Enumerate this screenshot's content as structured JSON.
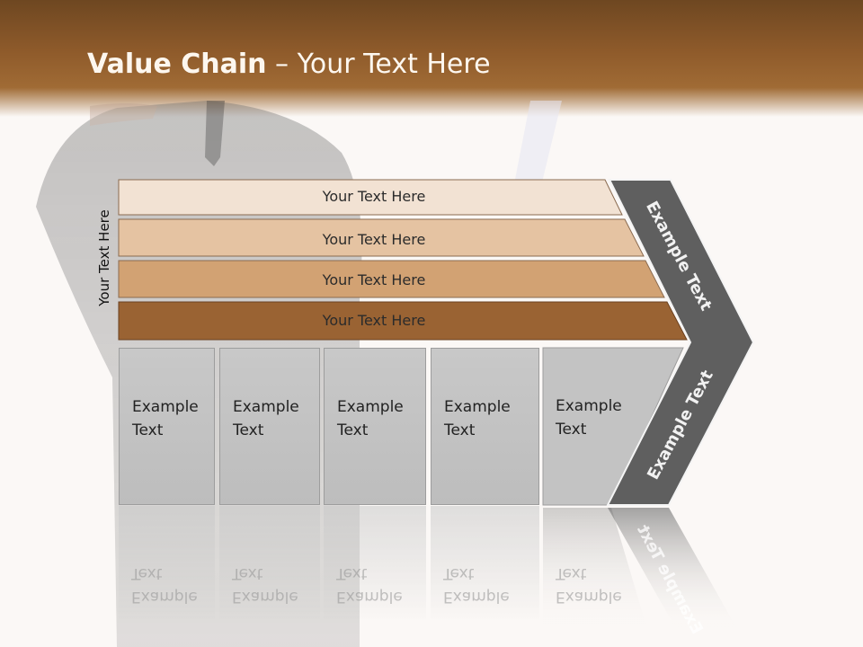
{
  "title": {
    "bold": "Value Chain",
    "rest": " – Your Text Here"
  },
  "side_label": "Your Text Here",
  "bands": [
    {
      "label": "Your Text Here",
      "color": "#f2e2d3"
    },
    {
      "label": "Your Text Here",
      "color": "#e5c3a2"
    },
    {
      "label": "Your Text Here",
      "color": "#d2a273"
    },
    {
      "label": "Your Text Here",
      "color": "#9a6333"
    }
  ],
  "activities": [
    {
      "label": "Example Text"
    },
    {
      "label": "Example Text"
    },
    {
      "label": "Example Text"
    },
    {
      "label": "Example Text"
    },
    {
      "label": "Example Text"
    }
  ],
  "chevron": {
    "top_label": "Example Text",
    "bottom_label": "Example Text",
    "color": "#5f5f5f"
  }
}
